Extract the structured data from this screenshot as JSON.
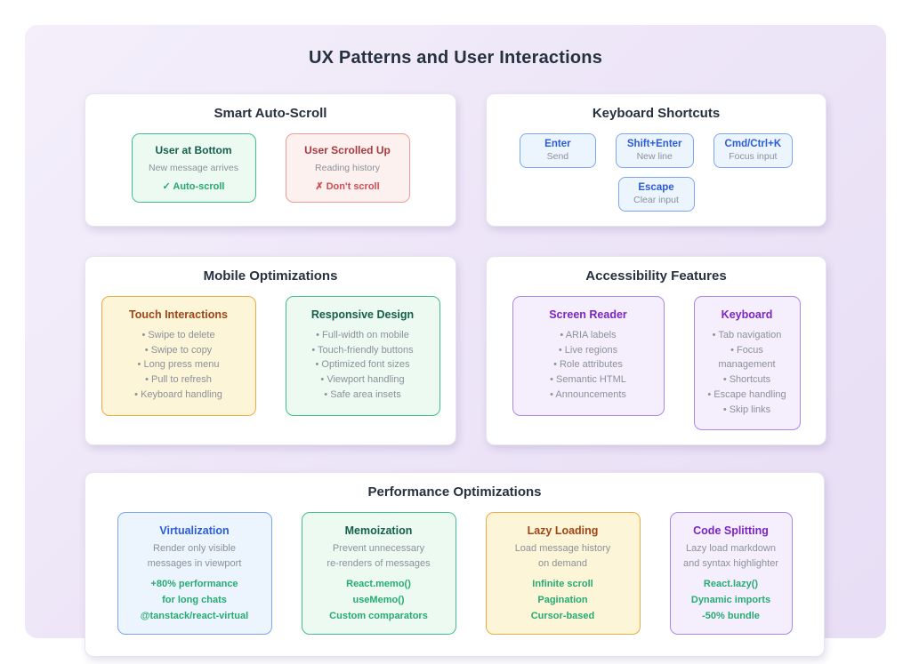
{
  "page": {
    "title": "UX Patterns and User Interactions"
  },
  "colors": {
    "canvas_bg": "#ece4f7",
    "panel_bg": "#ffffff",
    "heading_text": "#26313f",
    "muted_text": "#8b9199",
    "green_border": "#41bf8b",
    "green_bg": "#edfaf2",
    "green_title": "#14604a",
    "green_accent": "#23a96f",
    "red_border": "#f09b94",
    "red_bg": "#fdf1ef",
    "red_title": "#a63a40",
    "red_accent": "#d5494f",
    "blue_border": "#79a7f2",
    "blue_bg": "#ecf4fd",
    "blue_title": "#2b5cd9",
    "yellow_border": "#edaa43",
    "yellow_bg": "#fcf5d8",
    "yellow_title": "#a04515",
    "purple_border": "#a888ec",
    "purple_bg": "#f5effd",
    "purple_title": "#7c24c4",
    "highlight_green": "#27ab72"
  },
  "panels": {
    "auto_scroll": {
      "title": "Smart Auto-Scroll",
      "cards": [
        {
          "title": "User at Bottom",
          "desc": "New message arrives",
          "result": "✓ Auto-scroll"
        },
        {
          "title": "User Scrolled Up",
          "desc": "Reading history",
          "result": "✗ Don't scroll"
        }
      ]
    },
    "keyboard_shortcuts": {
      "title": "Keyboard Shortcuts",
      "keys": [
        {
          "key": "Enter",
          "action": "Send"
        },
        {
          "key": "Shift+Enter",
          "action": "New line"
        },
        {
          "key": "Cmd/Ctrl+K",
          "action": "Focus input"
        },
        {
          "key": "Escape",
          "action": "Clear input"
        }
      ]
    },
    "mobile": {
      "title": "Mobile Optimizations",
      "cards": [
        {
          "title": "Touch Interactions",
          "items": [
            "• Swipe to delete",
            "• Swipe to copy",
            "• Long press menu",
            "• Pull to refresh",
            "• Keyboard handling"
          ]
        },
        {
          "title": "Responsive Design",
          "items": [
            "• Full-width on mobile",
            "• Touch-friendly buttons",
            "• Optimized font sizes",
            "• Viewport handling",
            "• Safe area insets"
          ]
        }
      ]
    },
    "accessibility": {
      "title": "Accessibility Features",
      "cards": [
        {
          "title": "Screen Reader",
          "items": [
            "• ARIA labels",
            "• Live regions",
            "• Role attributes",
            "• Semantic HTML",
            "• Announcements"
          ]
        },
        {
          "title": "Keyboard",
          "items": [
            "• Tab navigation",
            "• Focus management",
            "• Shortcuts",
            "• Escape handling",
            "• Skip links"
          ]
        }
      ]
    },
    "performance": {
      "title": "Performance Optimizations",
      "cards": [
        {
          "title": "Virtualization",
          "desc": [
            "Render only visible",
            "messages in viewport"
          ],
          "highlights": [
            "+80% performance",
            "for long chats",
            "@tanstack/react-virtual"
          ]
        },
        {
          "title": "Memoization",
          "desc": [
            "Prevent unnecessary",
            "re-renders of messages"
          ],
          "highlights": [
            "React.memo()",
            "useMemo()",
            "Custom comparators"
          ]
        },
        {
          "title": "Lazy Loading",
          "desc": [
            "Load message history",
            "on demand"
          ],
          "highlights": [
            "Infinite scroll",
            "Pagination",
            "Cursor-based"
          ]
        },
        {
          "title": "Code Splitting",
          "desc": [
            "Lazy load markdown",
            "and syntax highlighter"
          ],
          "highlights": [
            "React.lazy()",
            "Dynamic imports",
            "-50% bundle"
          ]
        }
      ]
    }
  }
}
